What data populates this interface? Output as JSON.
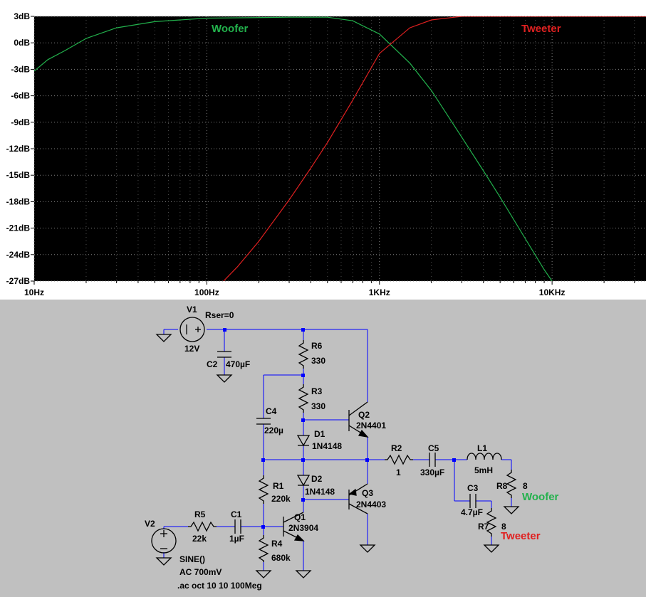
{
  "plot": {
    "y_ticks": [
      "3dB",
      "0dB",
      "-3dB",
      "-6dB",
      "-9dB",
      "-12dB",
      "-15dB",
      "-18dB",
      "-21dB",
      "-24dB",
      "-27dB"
    ],
    "x_ticks": [
      "10Hz",
      "100Hz",
      "1KHz",
      "10KHz"
    ],
    "colors": {
      "background": "#000000",
      "grid": "#808080",
      "woofer": "#22b14c",
      "tweeter": "#e02020"
    }
  },
  "chart_data": {
    "type": "line",
    "x_scale": "log",
    "xlim": [
      10,
      35000
    ],
    "ylim": [
      -27,
      3
    ],
    "xlabel": "",
    "ylabel": "",
    "series": [
      {
        "name": "Woofer",
        "color": "#22b14c",
        "x": [
          10,
          12,
          15,
          20,
          30,
          50,
          100,
          300,
          500,
          700,
          1000,
          1500,
          2000,
          3000,
          4000,
          5000,
          7000,
          9000,
          10000
        ],
        "y": [
          -3.2,
          -1.9,
          -0.9,
          0.5,
          1.7,
          2.4,
          2.8,
          2.9,
          2.9,
          2.5,
          1.0,
          -2.3,
          -5.4,
          -10.7,
          -14.5,
          -17.5,
          -22.2,
          -25.7,
          -27.0
        ]
      },
      {
        "name": "Tweeter",
        "color": "#e02020",
        "x": [
          125,
          150,
          200,
          300,
          400,
          500,
          700,
          1000,
          1500,
          2000,
          3000,
          5000,
          10000,
          35000
        ],
        "y": [
          -27.0,
          -25.4,
          -22.5,
          -17.8,
          -14.2,
          -11.3,
          -6.5,
          -1.2,
          1.7,
          2.6,
          3.0,
          3.0,
          3.0,
          3.0
        ]
      }
    ]
  },
  "schematic": {
    "labels": {
      "v1": "V1",
      "rser": "Rser=0",
      "v1_value": "12V",
      "c2": "C2",
      "c2_value": "470µF",
      "r6": "R6",
      "r6_value": "330",
      "r3": "R3",
      "r3_value": "330",
      "c4": "C4",
      "c4_value": "220µ",
      "d1": "D1",
      "d1_value": "1N4148",
      "d2": "D2",
      "d2_value": "1N4148",
      "q2": "Q2",
      "q2_value": "2N4401",
      "q3": "Q3",
      "q3_value": "2N4403",
      "r1": "R1",
      "r1_value": "220k",
      "q1": "Q1",
      "q1_value": "2N3904",
      "r4": "R4",
      "r4_value": "680k",
      "r2": "R2",
      "r2_value": "1",
      "c5": "C5",
      "c5_value": "330µF",
      "l1": "L1",
      "l1_value": "5mH",
      "r8": "R8",
      "r8_value": "8",
      "c3": "C3",
      "c3_value": "4.7µF",
      "r7": "R7",
      "r7_value": "8",
      "v2": "V2",
      "r5": "R5",
      "r5_value": "22k",
      "c1": "C1",
      "c1_value": "1µF",
      "source_fn": "SINE()",
      "source_ac": "AC 700mV",
      "sim_cmd": ".ac oct 10 10 100Meg"
    },
    "plot_labels": {
      "woofer": "Woofer",
      "tweeter": "Tweeter"
    }
  }
}
